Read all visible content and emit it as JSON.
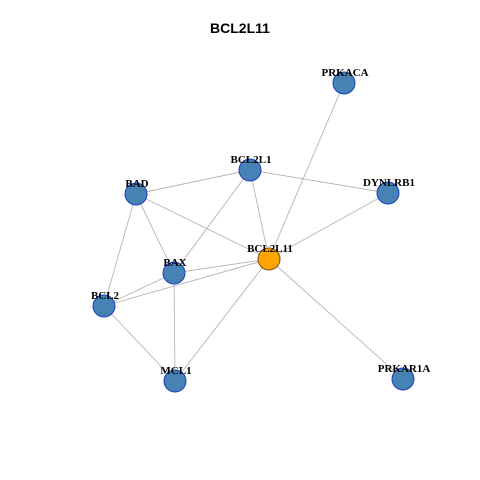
{
  "title": "BCL2L11",
  "colors": {
    "hub_fill": "#FFA500",
    "hub_stroke": "#8B4513",
    "node_fill": "#4682B4",
    "node_stroke": "#1A3FBF",
    "edge": "#B5B5B5"
  },
  "nodes": [
    {
      "id": "BCL2L11",
      "label": "BCL2L11",
      "hub": true
    },
    {
      "id": "PRKACA",
      "label": "PRKACA",
      "hub": false
    },
    {
      "id": "BCL2L1",
      "label": "BCL2L1",
      "hub": false
    },
    {
      "id": "DYNLRB1",
      "label": "DYNLRB1",
      "hub": false
    },
    {
      "id": "BAD",
      "label": "BAD",
      "hub": false
    },
    {
      "id": "BAX",
      "label": "BAX",
      "hub": false
    },
    {
      "id": "BCL2",
      "label": "BCL2",
      "hub": false
    },
    {
      "id": "MCL1",
      "label": "MCL1",
      "hub": false
    },
    {
      "id": "PRKAR1A",
      "label": "PRKAR1A",
      "hub": false
    }
  ],
  "edges": [
    [
      "BCL2L11",
      "PRKACA"
    ],
    [
      "BCL2L11",
      "BCL2L1"
    ],
    [
      "BCL2L11",
      "DYNLRB1"
    ],
    [
      "BCL2L11",
      "BAD"
    ],
    [
      "BCL2L11",
      "BAX"
    ],
    [
      "BCL2L11",
      "BCL2"
    ],
    [
      "BCL2L11",
      "MCL1"
    ],
    [
      "BCL2L11",
      "PRKAR1A"
    ],
    [
      "BCL2L1",
      "BAD"
    ],
    [
      "BCL2L1",
      "DYNLRB1"
    ],
    [
      "BCL2L1",
      "BAX"
    ],
    [
      "BAD",
      "BAX"
    ],
    [
      "BAD",
      "BCL2"
    ],
    [
      "BAX",
      "BCL2"
    ],
    [
      "BAX",
      "MCL1"
    ],
    [
      "BCL2",
      "MCL1"
    ]
  ]
}
